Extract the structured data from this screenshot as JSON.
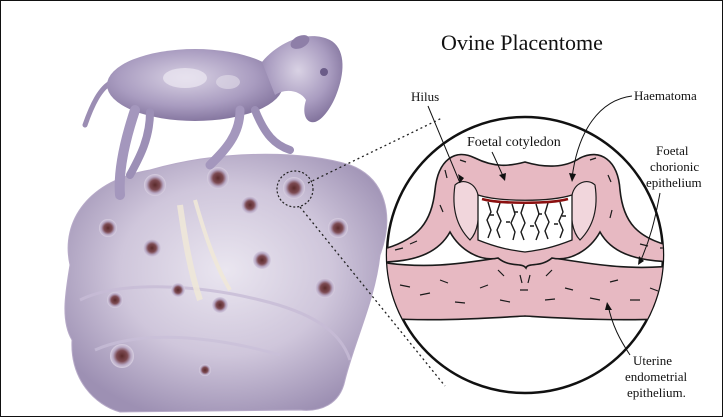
{
  "title": "Ovine Placentome",
  "labels": {
    "hilus": "Hilus",
    "haematoma": "Haematoma",
    "foetal_cotyledon": "Foetal cotyledon",
    "foetal_chorionic_1": "Foetal",
    "foetal_chorionic_2": "chorionic",
    "foetal_chorionic_3": "epithelium",
    "uterine_1": "Uterine",
    "uterine_2": "endometrial",
    "uterine_3": "epithelium."
  },
  "colors": {
    "tissue_pink": "#e7b9c2",
    "tissue_outline": "#1a1a1a",
    "haematoma": "#8b1010",
    "specimen_purple": "#a89bbb",
    "specimen_light": "#dcd6e6"
  }
}
